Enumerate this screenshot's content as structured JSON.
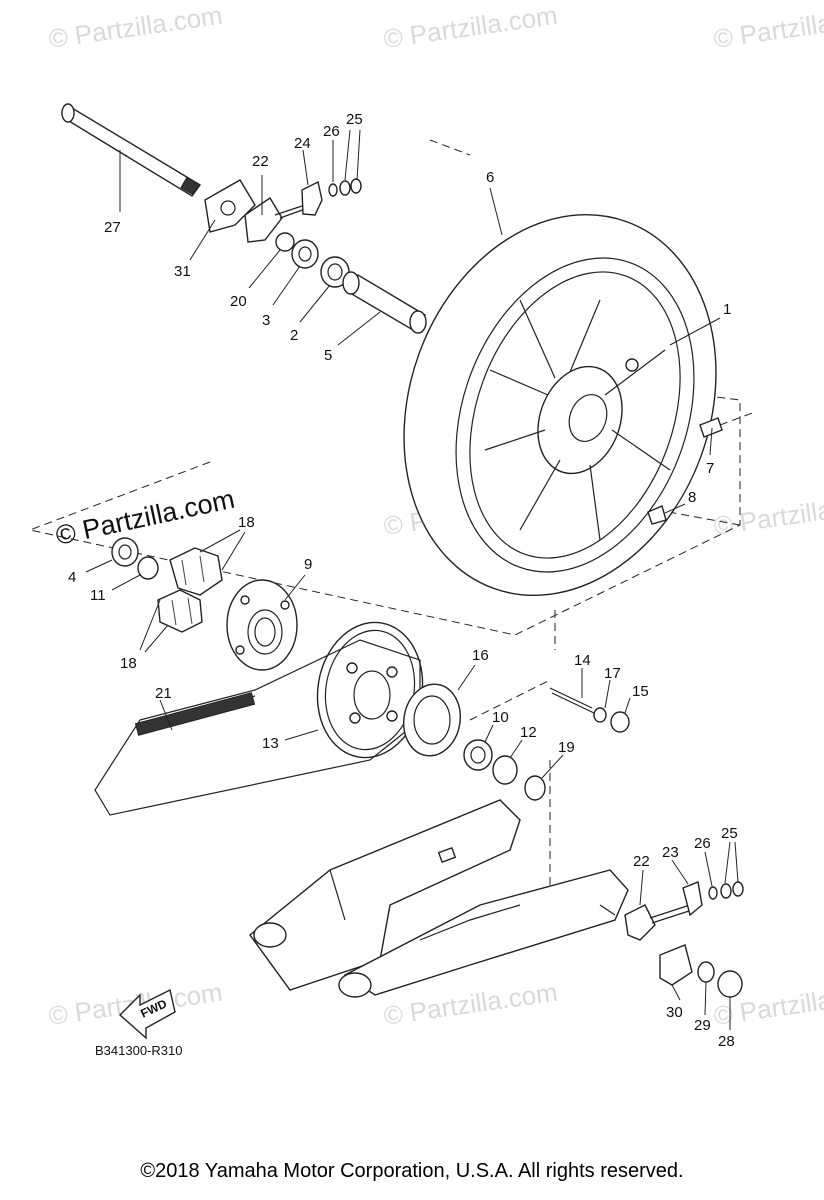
{
  "watermarks": {
    "repeated": "© Partzilla.com",
    "main": "© Partzilla.com"
  },
  "diagram_code": "B341300-R310",
  "fwd_label": "FWD",
  "copyright": "©2018  Yamaha Motor Corporation, U.S.A. All rights reserved.",
  "callouts": {
    "c1": "1",
    "c2": "2",
    "c3": "3",
    "c4": "4",
    "c5": "5",
    "c6": "6",
    "c7": "7",
    "c8": "8",
    "c9": "9",
    "c10": "10",
    "c11": "11",
    "c12": "12",
    "c13": "13",
    "c14": "14",
    "c15": "15",
    "c16": "16",
    "c17": "17",
    "c18a": "18",
    "c18b": "18",
    "c19": "19",
    "c20": "20",
    "c21": "21",
    "c22a": "22",
    "c22b": "22",
    "c23": "23",
    "c24": "24",
    "c25a": "25",
    "c25b": "25",
    "c26a": "26",
    "c26b": "26",
    "c27": "27",
    "c28": "28",
    "c29": "29",
    "c30": "30",
    "c31": "31"
  }
}
